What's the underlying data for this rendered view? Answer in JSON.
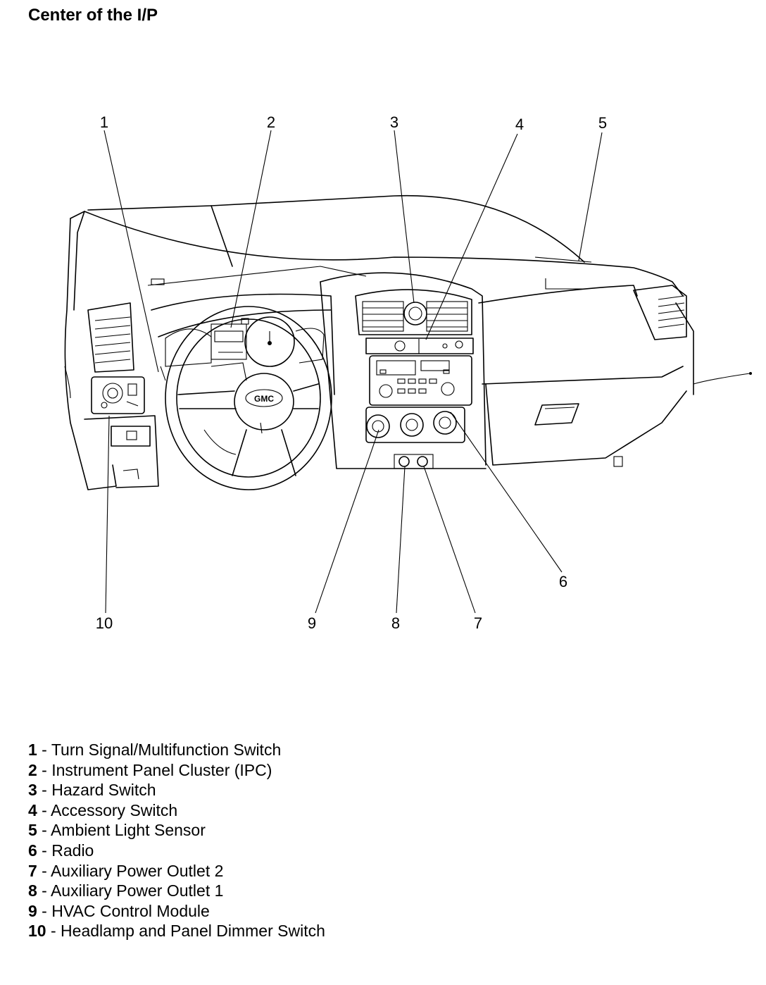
{
  "title": "Center of the I/P",
  "callouts": [
    {
      "number": "1",
      "name": "Turn Signal/Multifunction Switch"
    },
    {
      "number": "2",
      "name": "Instrument Panel Cluster (IPC)"
    },
    {
      "number": "3",
      "name": "Hazard Switch"
    },
    {
      "number": "4",
      "name": "Accessory Switch"
    },
    {
      "number": "5",
      "name": "Ambient Light Sensor"
    },
    {
      "number": "6",
      "name": "Radio"
    },
    {
      "number": "7",
      "name": "Auxiliary Power Outlet 2"
    },
    {
      "number": "8",
      "name": "Auxiliary Power Outlet 1"
    },
    {
      "number": "9",
      "name": "HVAC Control Module"
    },
    {
      "number": "10",
      "name": "Headlamp and Panel Dimmer Switch"
    }
  ],
  "separator": " - ",
  "logo_text": "GMC"
}
